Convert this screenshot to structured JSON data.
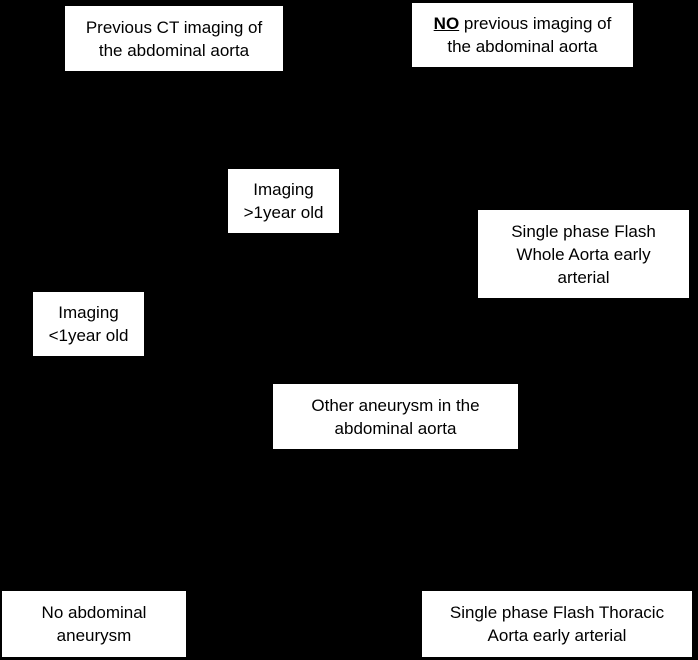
{
  "colors": {
    "background": "#000000",
    "box_fill": "#ffffff",
    "text": "#000000"
  },
  "nodes": {
    "previous_ct": {
      "line1": "Previous CT imaging of",
      "line2": "the abdominal aorta"
    },
    "no_previous": {
      "emphasis": "NO",
      "line1_rest": " previous imaging of",
      "line2": "the abdominal aorta"
    },
    "imaging_gt_1yr": {
      "line1": "Imaging",
      "line2": ">1year old"
    },
    "single_phase_whole": {
      "line1": "Single phase Flash",
      "line2": "Whole Aorta early",
      "line3": "arterial"
    },
    "imaging_lt_1yr": {
      "line1": "Imaging",
      "line2": "<1year old"
    },
    "other_aneurysm": {
      "line1": "Other aneurysm in the",
      "line2": "abdominal aorta"
    },
    "no_abdominal_aneurysm": {
      "line1": "No abdominal",
      "line2": "aneurysm"
    },
    "single_phase_thoracic": {
      "line1": "Single phase Flash Thoracic",
      "line2": "Aorta early arterial"
    }
  }
}
